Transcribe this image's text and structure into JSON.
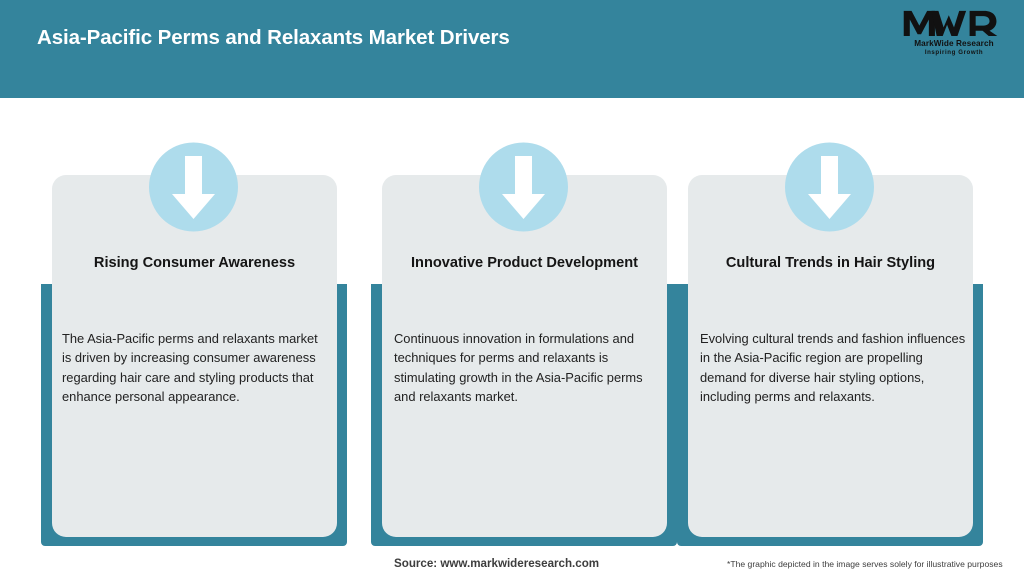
{
  "header": {
    "title": "Asia-Pacific Perms and Relaxants Market Drivers",
    "background_color": "#34849c",
    "title_color": "#ffffff"
  },
  "logo": {
    "mark": "MWR",
    "name": "MarkWide Research",
    "tagline": "Inspiring Growth"
  },
  "cards": [
    {
      "icon": "down-arrow-icon",
      "heading": "Rising Consumer Awareness",
      "body": "The Asia-Pacific perms and relaxants market is driven by increasing consumer awareness regarding hair care and styling products that enhance personal appearance."
    },
    {
      "icon": "down-arrow-icon",
      "heading": "Innovative Product Development",
      "body": "Continuous innovation in formulations and techniques for perms and relaxants is stimulating growth in the Asia-Pacific perms and relaxants market."
    },
    {
      "icon": "down-arrow-icon",
      "heading": "Cultural Trends in Hair Styling",
      "body": "Evolving cultural trends and fashion influences in the Asia-Pacific region are propelling demand for diverse hair styling options, including perms and relaxants."
    }
  ],
  "footer": {
    "source": "Source: www.markwideresearch.com",
    "disclaimer": "*The graphic depicted in the image serves solely for illustrative purposes"
  },
  "colors": {
    "accent_teal": "#34849c",
    "card_background": "#e6eaeb",
    "badge_circle": "#aedcec",
    "arrow_white": "#ffffff",
    "page_background": "#ffffff"
  }
}
